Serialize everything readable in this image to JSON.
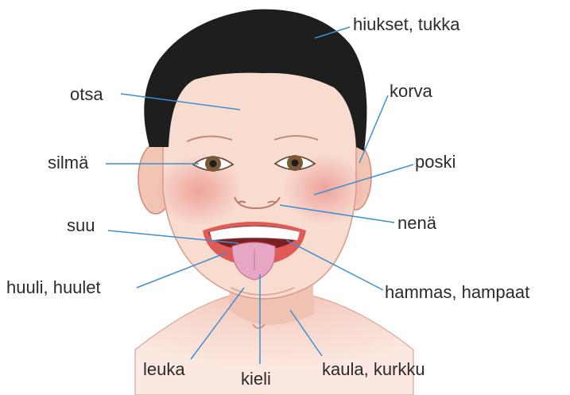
{
  "labels": {
    "hair": "hiukset, tukka",
    "forehead": "otsa",
    "ear": "korva",
    "eye": "silmä",
    "cheek": "poski",
    "mouth": "suu",
    "nose": "nenä",
    "lip": "huuli, huulet",
    "tooth": "hammas, hampaat",
    "chin": "leuka",
    "tongue": "kieli",
    "neck": "kaula, kurkku"
  },
  "colors": {
    "leader_line": "#3f8fd0",
    "text": "#2b2b2b",
    "hair": "#1e1e1e",
    "skin": "#f7d9cc",
    "blush": "#ec9a92",
    "lips": "#e05a58",
    "tongue": "#e7a6c4"
  }
}
